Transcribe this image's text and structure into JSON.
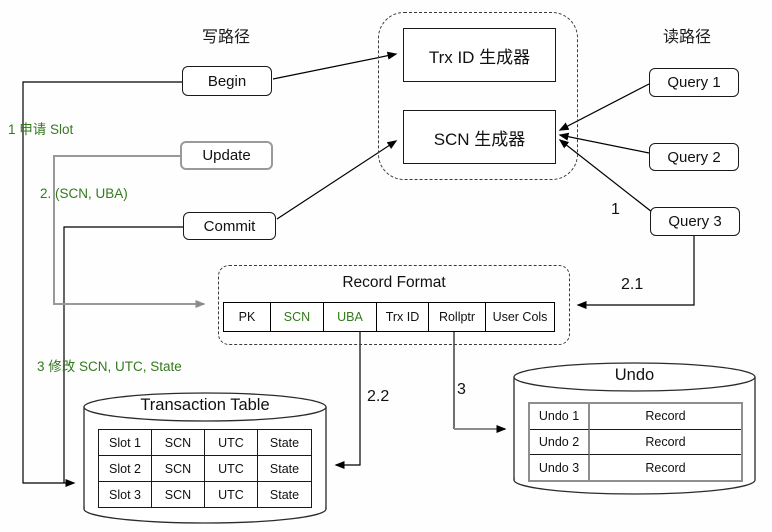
{
  "headings": {
    "write_path": "写路径",
    "read_path": "读路径"
  },
  "write_nodes": {
    "begin": "Begin",
    "update": "Update",
    "commit": "Commit"
  },
  "generators": {
    "trx_id": "Trx ID 生成器",
    "scn": "SCN 生成器"
  },
  "queries": {
    "q1": "Query 1",
    "q2": "Query 2",
    "q3": "Query 3"
  },
  "annotations": {
    "apply_slot": "1 申请 Slot",
    "scn_uba": "2. (SCN, UBA)",
    "modify": "3 修改 SCN, UTC, State",
    "n1": "1",
    "n21": "2.1",
    "n22": "2.2",
    "n3": "3"
  },
  "record_format": {
    "title": "Record Format",
    "cells": [
      {
        "label": "PK",
        "green": false
      },
      {
        "label": "SCN",
        "green": true
      },
      {
        "label": "UBA",
        "green": true
      },
      {
        "label": "Trx ID",
        "green": false
      },
      {
        "label": "Rollptr",
        "green": false
      },
      {
        "label": "User Cols",
        "green": false
      }
    ]
  },
  "transaction_table": {
    "title": "Transaction Table",
    "rows": [
      [
        "Slot 1",
        "SCN",
        "UTC",
        "State"
      ],
      [
        "Slot 2",
        "SCN",
        "UTC",
        "State"
      ],
      [
        "Slot 3",
        "SCN",
        "UTC",
        "State"
      ]
    ]
  },
  "undo": {
    "title": "Undo",
    "rows": [
      [
        "Undo 1",
        "Record"
      ],
      [
        "Undo 2",
        "Record"
      ],
      [
        "Undo 3",
        "Record"
      ]
    ]
  },
  "colors": {
    "accent_green": "#337a1d",
    "gray_line": "#999999",
    "gray_border": "#8f8f8f",
    "line_black": "#000000"
  }
}
